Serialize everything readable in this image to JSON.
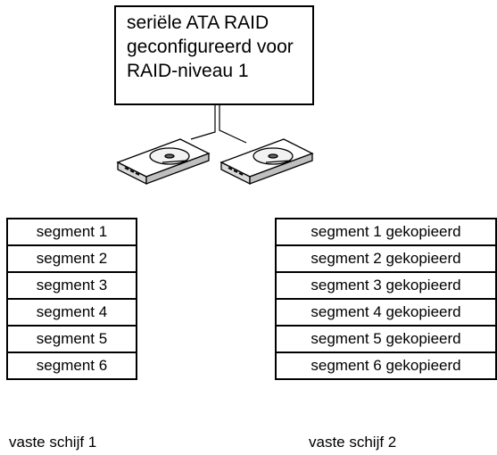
{
  "raid_box": {
    "lines": [
      "seriële ATA RAID",
      "geconfigureerd voor",
      "RAID-niveau 1"
    ]
  },
  "disk1": {
    "segments": [
      "segment 1",
      "segment 2",
      "segment 3",
      "segment 4",
      "segment 5",
      "segment 6"
    ],
    "caption": "vaste schijf 1"
  },
  "disk2": {
    "segments": [
      "segment 1 gekopieerd",
      "segment 2 gekopieerd",
      "segment 3 gekopieerd",
      "segment 4 gekopieerd",
      "segment 5 gekopieerd",
      "segment 6 gekopieerd"
    ],
    "caption": "vaste schijf 2"
  }
}
